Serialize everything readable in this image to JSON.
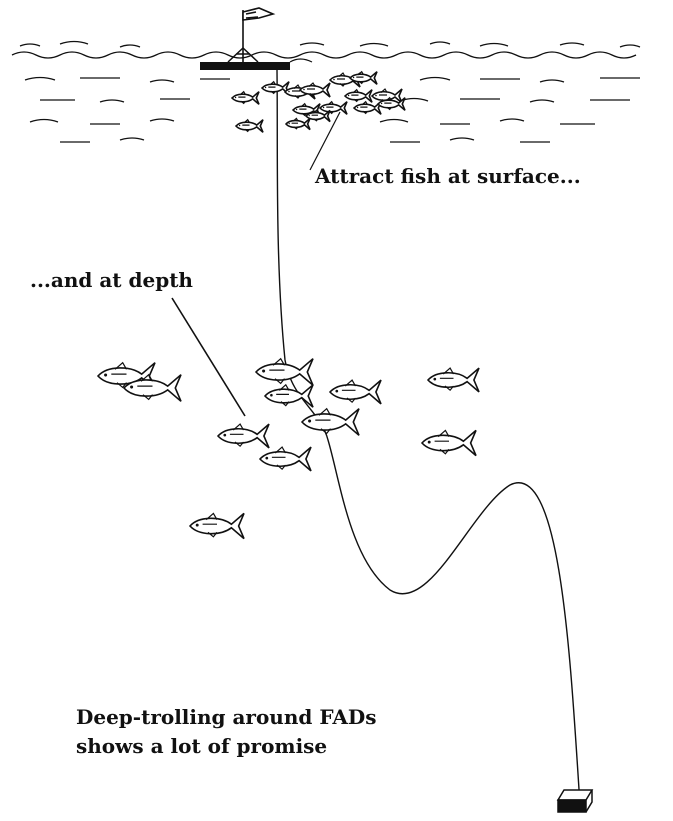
{
  "labels": {
    "surface": "Attract fish at surface...",
    "depth": "...and at depth",
    "caption_line1": "Deep-trolling around FADs",
    "caption_line2": "shows a lot of promise"
  },
  "colors": {
    "ink": "#111111",
    "background": "#ffffff"
  },
  "icons": [
    "flag-icon",
    "raft-icon",
    "fish-icon",
    "anchor-block-icon"
  ]
}
